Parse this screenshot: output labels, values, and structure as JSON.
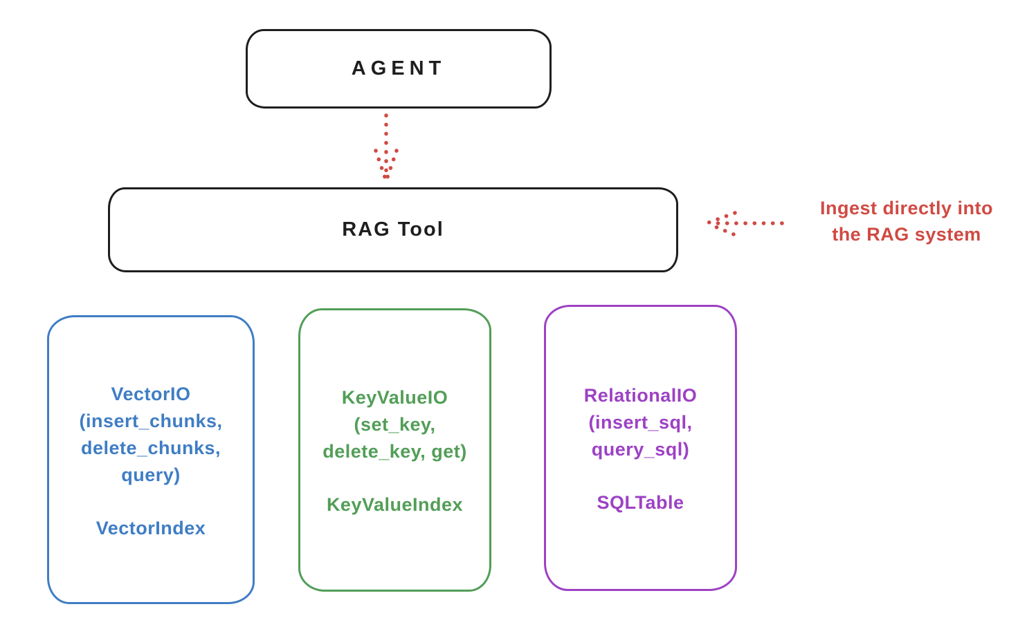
{
  "nodes": {
    "agent": {
      "label": "AGENT"
    },
    "rag_tool": {
      "label": "RAG Tool"
    }
  },
  "annotation": {
    "line1": "Ingest directly into",
    "line2": "the RAG system"
  },
  "backends": [
    {
      "name": "vector-io",
      "title": "VectorIO\n(insert_chunks,\ndelete_chunks,\nquery)",
      "index": "VectorIndex",
      "color": "#3f7dc4"
    },
    {
      "name": "keyvalue-io",
      "title": "KeyValueIO\n(set_key,\ndelete_key, get)",
      "index": "KeyValueIndex",
      "color": "#529e57"
    },
    {
      "name": "relational-io",
      "title": "RelationalIO\n(insert_sql,\nquery_sql)",
      "index": "SQLTable",
      "color": "#9d41c4"
    }
  ],
  "colors": {
    "ink": "#1e1e1e",
    "red": "#d04a43",
    "background": "#ffffff"
  }
}
